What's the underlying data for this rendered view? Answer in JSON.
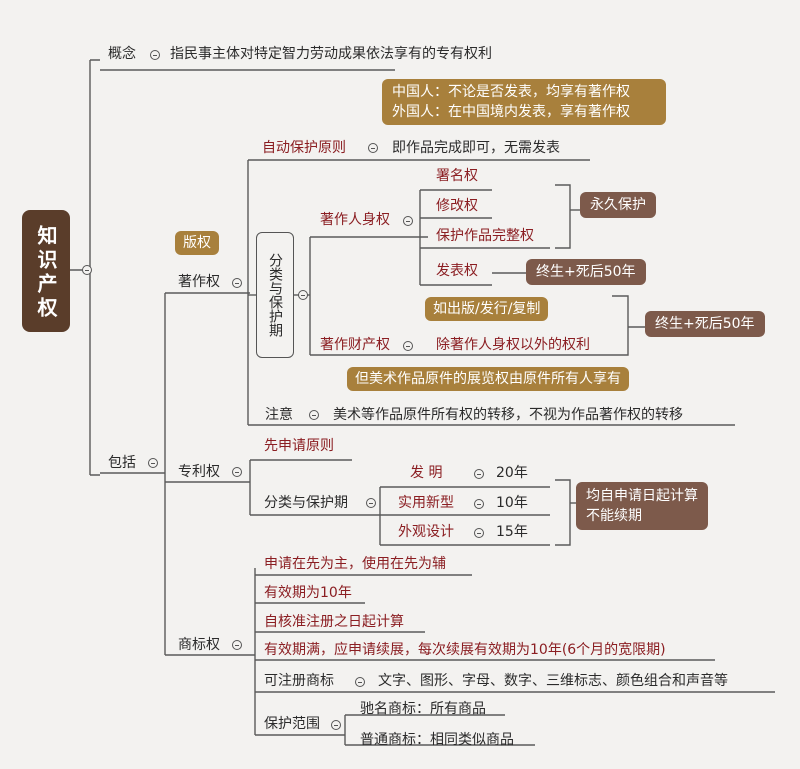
{
  "root": {
    "title": "知识产权"
  },
  "concept": {
    "label": "概念",
    "text": "指民事主体对特定智力劳动成果依法享有的专有权利"
  },
  "include_label": "包括",
  "copyright": {
    "label": "著作权",
    "badge": "版权",
    "classify_label": "分类与保护期",
    "auto_protect": {
      "label": "自动保护原则",
      "text": "即作品完成即可，无需发表"
    },
    "note_callout": [
      "中国人：不论是否发表，均享有著作权",
      "外国人：在中国境内发表，享有著作权"
    ],
    "personal": {
      "label": "著作人身权",
      "items": [
        "署名权",
        "修改权",
        "保护作品完整权",
        "发表权"
      ],
      "permanent": "永久保护",
      "publish_term": "终生+死后50年"
    },
    "property": {
      "label": "著作财产权",
      "callout": "如出版/发行/复制",
      "text": "除著作人身权以外的权利",
      "term": "终生+死后50年"
    },
    "attention": {
      "label": "注意",
      "callout": "但美术作品原件的展览权由原件所有人享有",
      "text": "美术等作品原件所有权的转移，不视为作品著作权的转移"
    }
  },
  "patent": {
    "label": "专利权",
    "first_apply": "先申请原则",
    "classify_label": "分类与保护期",
    "items": [
      {
        "name": "发  明",
        "term": "20年"
      },
      {
        "name": "实用新型",
        "term": "10年"
      },
      {
        "name": "外观设计",
        "term": "15年"
      }
    ],
    "note_lines": [
      "均自申请日起计算",
      "不能续期"
    ]
  },
  "trademark": {
    "label": "商标权",
    "items": [
      "申请在先为主，使用在先为辅",
      "有效期为10年",
      "自核准注册之日起计算",
      "有效期满，应申请续展，每次续展有效期为10年(6个月的宽限期)"
    ],
    "registrable": {
      "label": "可注册商标",
      "text": "文字、图形、字母、数字、三维标志、颜色组合和声音等"
    },
    "scope": {
      "label": "保护范围",
      "famous": "驰名商标：所有商品",
      "ordinary": "普通商标：相同类似商品"
    }
  }
}
